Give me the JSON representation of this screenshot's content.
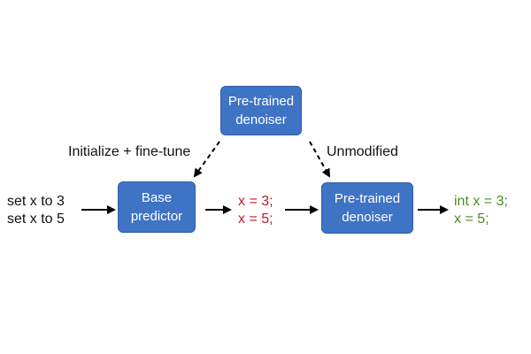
{
  "boxes": {
    "top": {
      "line1": "Pre-trained",
      "line2": "denoiser"
    },
    "base": {
      "line1": "Base",
      "line2": "predictor"
    },
    "right": {
      "line1": "Pre-trained",
      "line2": "denoiser"
    }
  },
  "labels": {
    "initialize": "Initialize + fine-tune",
    "unmodified": "Unmodified"
  },
  "input": {
    "line1": "set x to 3",
    "line2": "set x to 5"
  },
  "intermediate": {
    "line1": "x = 3;",
    "line2": "x = 5;"
  },
  "output": {
    "line1": "int x = 3;",
    "line2": "x = 5;"
  },
  "colors": {
    "box_fill": "#3f73c4",
    "box_border": "#2e5ea8",
    "intermediate_text": "#c0192d",
    "output_text": "#4f8a1f",
    "arrow": "#000000"
  }
}
